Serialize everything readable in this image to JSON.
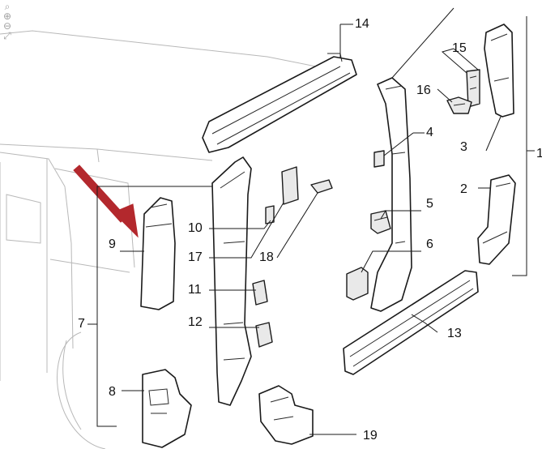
{
  "diagram": {
    "callouts": [
      "14",
      "15",
      "16",
      "4",
      "3",
      "1",
      "2",
      "5",
      "6",
      "13",
      "10",
      "9",
      "17",
      "18",
      "11",
      "12",
      "7",
      "8",
      "19"
    ]
  },
  "icons": {
    "zoom_tool": "zoom-icon",
    "zoom_in": "zoom-in-icon",
    "zoom_out": "zoom-out-icon",
    "zoom_reset": "zoom-reset-icon"
  },
  "colors": {
    "highlight_arrow": "#b3282d",
    "line": "#1a1a1a",
    "background": "#ffffff"
  }
}
